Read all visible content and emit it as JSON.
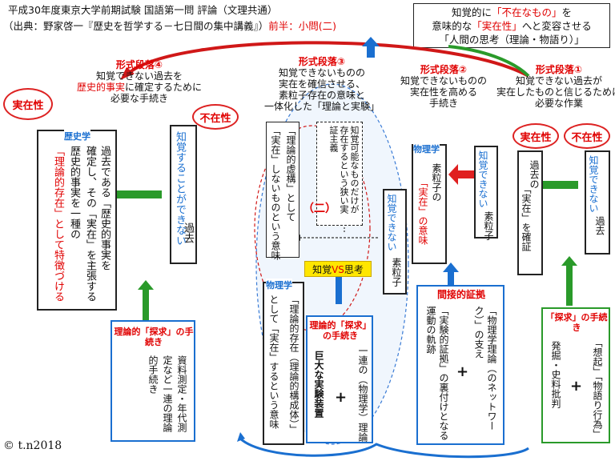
{
  "header": {
    "title": "平成30年度東京大学前期試験 国語第一問 評論（文理共通）",
    "source": "（出典：野家啓一『歴史を哲学する－七日間の集中講義』）",
    "part": "前半：小問(二)"
  },
  "top_right": {
    "line1_a": "知覚的に",
    "line1_b": "「不在なもの」",
    "line1_c": "を",
    "line2_a": "意味的な",
    "line2_b": "「実在性」",
    "line2_c": "へと変容させる",
    "line3": "「人間の思考（理論・物語り）」"
  },
  "paragraphs": {
    "p4": {
      "title": "形式段落④",
      "line1": "知覚できない過去を",
      "line2": "歴史的事実",
      "line2b": "に確定するために",
      "line3": "必要な手続き"
    },
    "p3": {
      "title": "形式段落③",
      "line1": "知覚できないものの",
      "line2": "実在を確信させる、",
      "line3": "素粒子存在の意味と",
      "line4": "一体化した「理論と実験」"
    },
    "p2": {
      "title": "形式段落②",
      "line1": "知覚できないものの",
      "line2": "実在性を高める",
      "line3": "手続き"
    },
    "p1": {
      "title": "形式段落①",
      "line1": "知覚できない過去が",
      "line2": "実在したものと信じるために",
      "line3": "必要な作業"
    }
  },
  "col4": {
    "tag": "歴史学",
    "cloud_left": "実在性",
    "cloud_right": "不在性",
    "main_a": "過去である「歴史的事実を",
    "main_b": "確定し、その「実在」を主張する",
    "main_c": "歴史的事実を一種の",
    "main_d": "「理論的存在」として特徴づける",
    "right_blue": "知覚することができない",
    "right_black": "過去"
  },
  "col3": {
    "inner1": "「理論的虚構」として",
    "inner1b": "「実在」しないものという意味",
    "inner2": "知覚可能なものだけが存在するという狭い実証主義",
    "circle_label": "（二）",
    "right_blue": "知覚できない",
    "right_black": "素粒子",
    "vs_a": "知覚",
    "vs_b": "VS",
    "vs_c": "思考",
    "physics_tag": "物理学",
    "physics_a": "「理論的存在（理論的構成体）」",
    "physics_b": "として「実在」するという意味"
  },
  "col2": {
    "tag": "物理学",
    "main_a": "素粒子の",
    "main_b": "「実在」の意味",
    "right_blue": "知覚できない",
    "right_black": "素粒子"
  },
  "col1": {
    "cloud_left": "実在性",
    "cloud_right": "不在性",
    "main_a": "過去の",
    "main_b": "「実在」を確証",
    "right_blue": "知覚できない",
    "right_black": "過去"
  },
  "bottom": {
    "b4_title": "理論的「探求」の手続き",
    "b4_text": "資料測定・年代測定など一連の理論的手続き",
    "b3_title": "理論的「探求」の手続き",
    "b3_a": "一連の（物理学）理論",
    "b3_b": "巨大な実験装置",
    "plus": "+",
    "b2_title": "間接的証拠",
    "b2_a": "「物理学理論（のネットワーク）」の支え",
    "b2_b": "「実験的証拠」の裏付けとなる運動の軌跡",
    "b1_title": "「探求」の手続き",
    "b1_a": "「想起」「物語り行為」",
    "b1_b": "発掘・史料批判"
  },
  "copyright": "© t.n2018"
}
